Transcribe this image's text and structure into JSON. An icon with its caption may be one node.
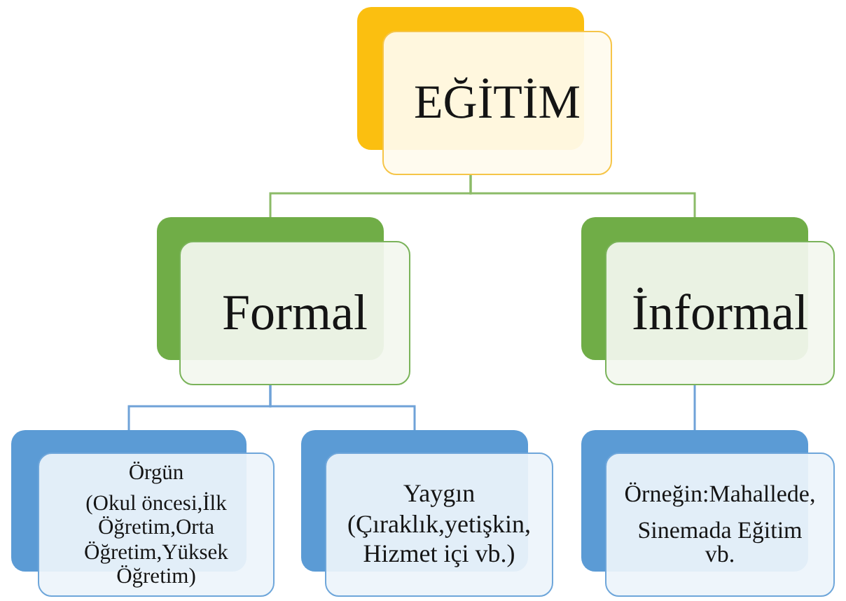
{
  "diagram": {
    "nodes": [
      {
        "text": [
          "EĞİTİM"
        ]
      },
      {
        "text": [
          "Formal"
        ]
      },
      {
        "text": [
          "İnformal"
        ]
      },
      {
        "text": [
          "Örgün",
          "(Okul öncesi,İlk Öğretim,Orta Öğretim,Yüksek Öğretim)"
        ]
      },
      {
        "text": [
          "Yaygın",
          "(Çıraklık,yetişkin, Hizmet içi vb.)"
        ]
      },
      {
        "text": [
          "Örneğin:Mahallede,",
          "Sinemada Eğitim vb."
        ]
      }
    ],
    "edges": [
      {
        "from": 0,
        "to": 1,
        "arrow": "none",
        "color": "#8cbb68"
      },
      {
        "from": 0,
        "to": 2,
        "arrow": "none",
        "color": "#8cbb68"
      },
      {
        "from": 1,
        "to": 3,
        "arrow": "none"
      },
      {
        "from": 1,
        "to": 4,
        "arrow": "none"
      },
      {
        "from": 2,
        "to": 5,
        "arrow": "none"
      }
    ]
  }
}
